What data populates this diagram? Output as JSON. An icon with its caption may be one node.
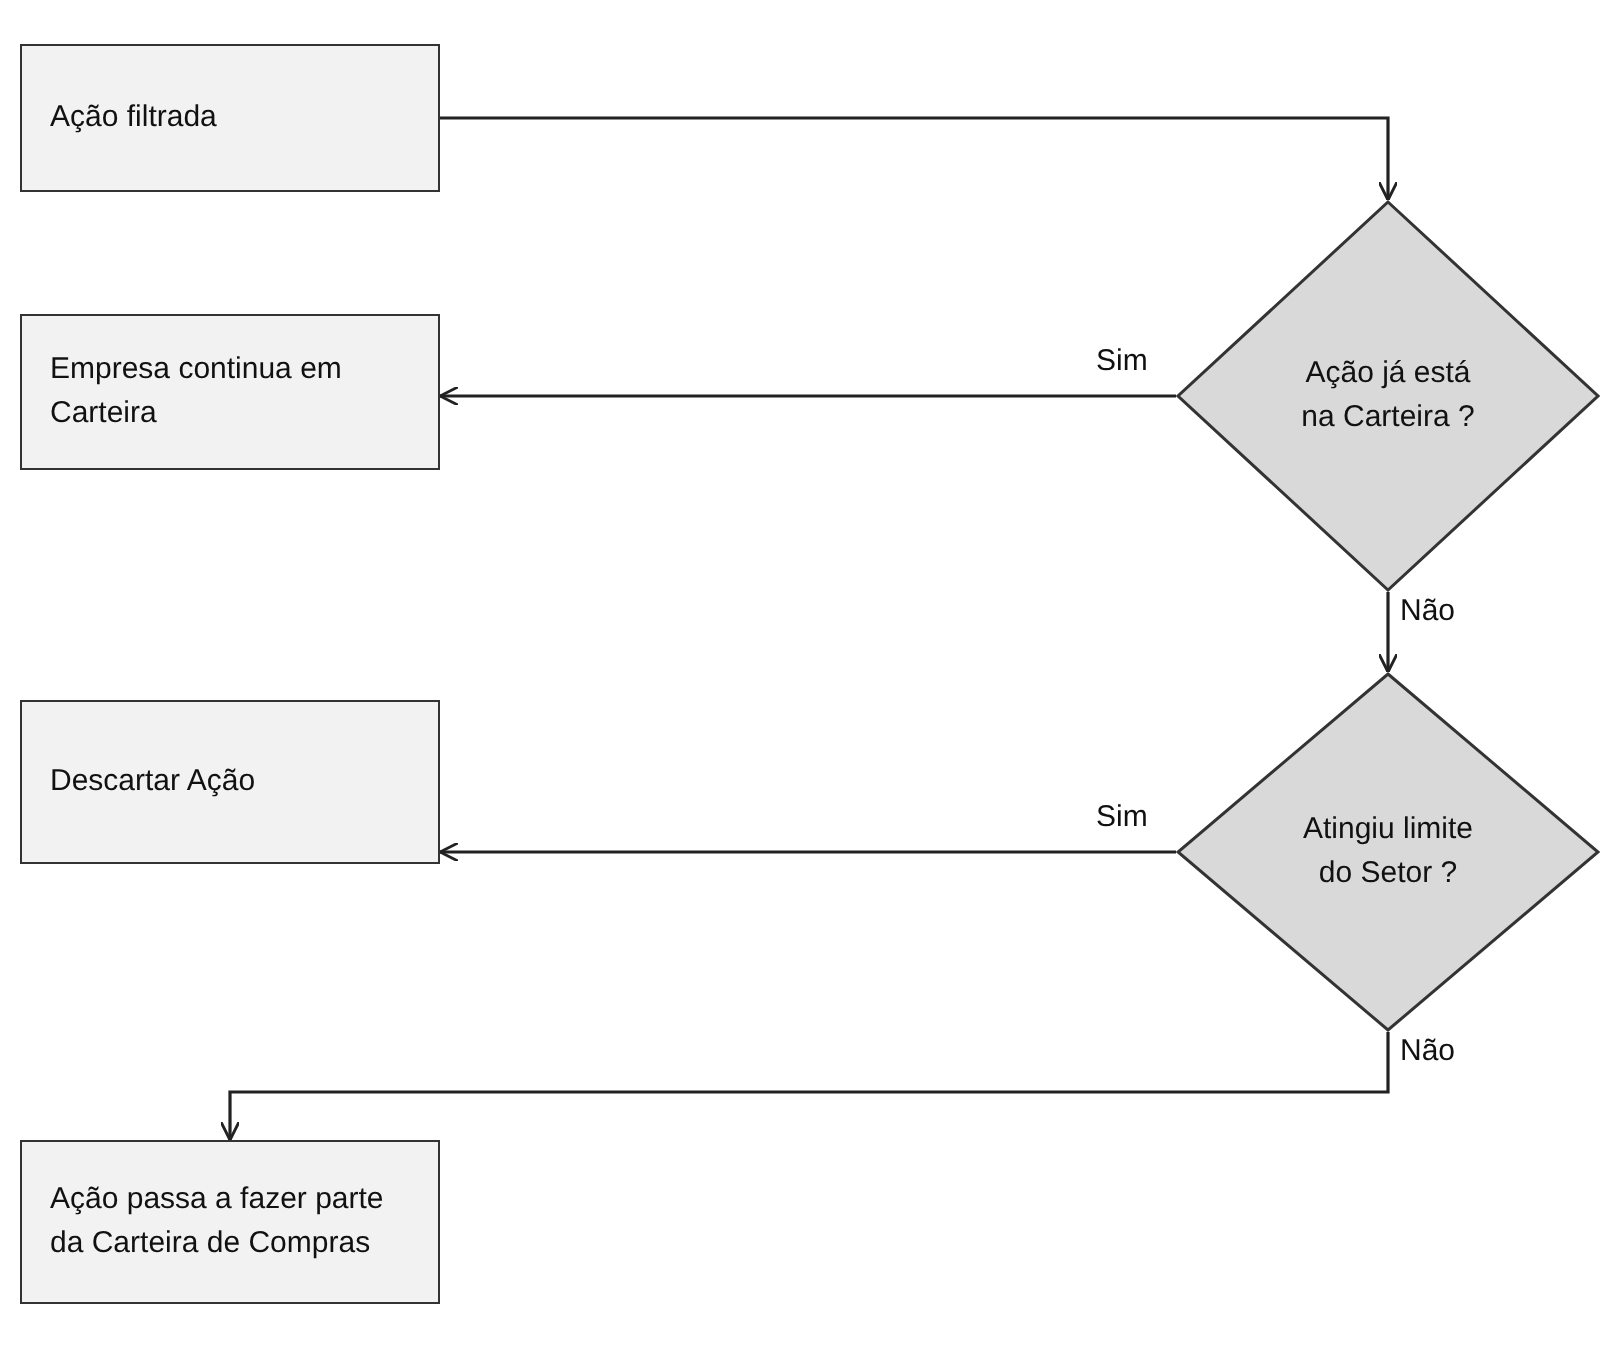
{
  "diagram": {
    "nodes": [
      {
        "text": [
          "Ação filtrada"
        ]
      },
      {
        "text": [
          "Ação já está na Carteira ?"
        ]
      },
      {
        "text": [
          "Empresa continua em Carteira"
        ]
      },
      {
        "text": [
          "Atingiu limite do Setor ?"
        ]
      },
      {
        "text": [
          "Descartar Ação"
        ]
      },
      {
        "text": [
          "Ação passa a fazer parte da Carteira de Compras"
        ]
      }
    ],
    "edges": [
      {
        "from": 0,
        "to": 1,
        "arrow": "to"
      },
      {
        "from": 1,
        "to": 2,
        "label": "Sim",
        "arrow": "to"
      },
      {
        "from": 1,
        "to": 3,
        "label": "Não",
        "arrow": "to"
      },
      {
        "from": 3,
        "to": 4,
        "label": "Sim",
        "arrow": "to"
      },
      {
        "from": 3,
        "to": 5,
        "label": "Não",
        "arrow": "to"
      }
    ]
  }
}
